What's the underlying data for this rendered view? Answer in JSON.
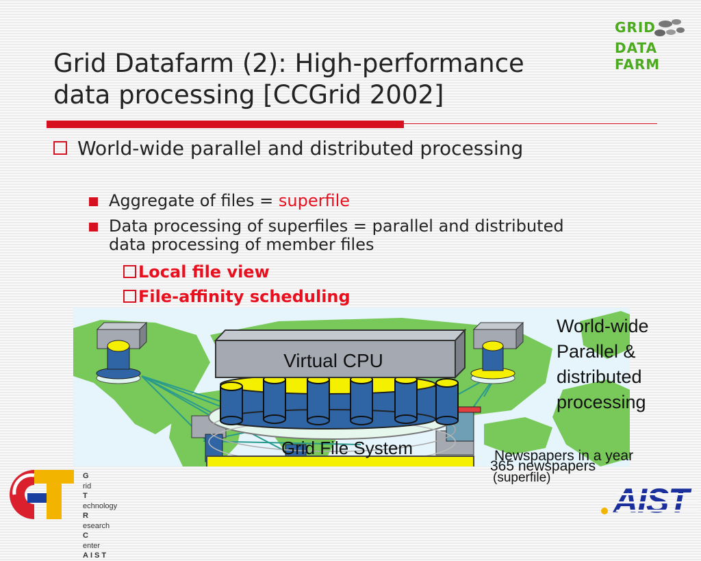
{
  "slide": {
    "title_line1": "Grid Datafarm (2): High-performance",
    "title_line2": "data processing [CCGrid 2002]"
  },
  "bullets": {
    "level1": "World-wide parallel and distributed processing",
    "level2_a_prefix": "Aggregate of files = ",
    "level2_a_highlight": "superfile",
    "level2_b": "Data processing of superfiles = parallel and distributed data processing of member files",
    "level3": [
      "Local file view",
      "File-affinity scheduling"
    ]
  },
  "figure": {
    "virtual_cpu_label": "Virtual CPU",
    "grid_fs_label": "Grid File System"
  },
  "captions": {
    "right_lines": [
      "World-wide",
      "Parallel &",
      "distributed",
      "processing"
    ],
    "newspapers_year": "Newspapers in a year",
    "newspapers_count": "365 newspapers",
    "superfile": "(superfile)"
  },
  "logos": {
    "grid_datafarm_line1": "GRID",
    "grid_datafarm_line2": "DATA FARM",
    "org_initials": [
      "G",
      "T",
      "R",
      "C"
    ],
    "org_rest": [
      "rid",
      "echnology",
      "esearch",
      "enter"
    ],
    "org_aist": "AIST",
    "aist_word": "AIST"
  },
  "colors": {
    "accent_red": "#d6101e",
    "map_green": "#78c85a",
    "ocean_blue": "#e6f5fb",
    "cylinder_blue": "#2f65a5",
    "disk_yellow": "#f5f000",
    "box_gray": "#a4a9b2"
  }
}
